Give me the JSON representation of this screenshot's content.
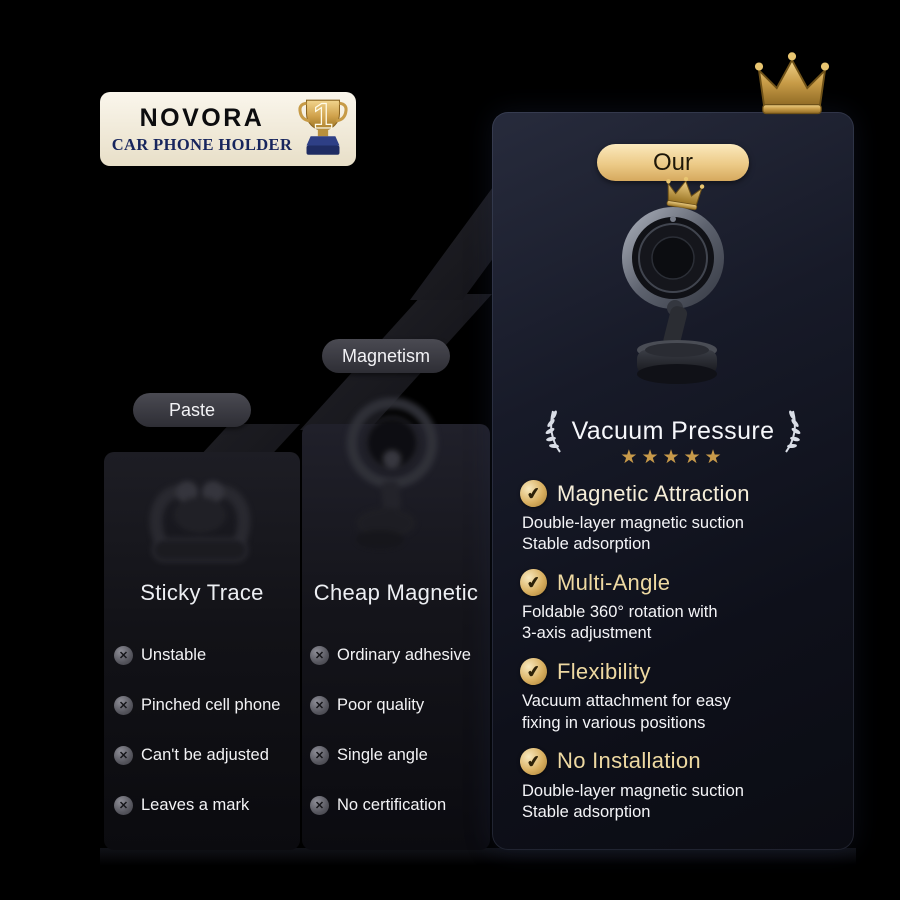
{
  "badge": {
    "brand": "NOVORA",
    "subtitle": "CAR PHONE HOLDER",
    "trophy_number": "1"
  },
  "paste_column": {
    "tag": "Paste",
    "title": "Sticky Trace",
    "cons": [
      "Unstable",
      "Pinched cell phone",
      "Can't be adjusted",
      "Leaves a mark"
    ]
  },
  "magnet_column": {
    "tag": "Magnetism",
    "title": "Cheap Magnetic",
    "cons": [
      "Ordinary adhesive",
      "Poor quality",
      "Single angle",
      "No certification"
    ]
  },
  "our_column": {
    "tag": "Our",
    "award_title": "Vacuum Pressure",
    "stars": "★★★★★",
    "features": [
      {
        "title": "Magnetic Attraction",
        "desc": "Double-layer magnetic suction\nStable adsorption"
      },
      {
        "title": "Multi-Angle",
        "desc": "Foldable 360° rotation with\n3-axis adjustment"
      },
      {
        "title": "Flexibility",
        "desc": "Vacuum attachment for easy\nfixing in various positions"
      },
      {
        "title": "No Installation",
        "desc": "Double-layer magnetic suction\nStable adsorption"
      }
    ]
  },
  "icons": {
    "check": "✔",
    "cross": "✕"
  },
  "colors": {
    "background": "#000000",
    "gold_accent": "#d3ab5e",
    "pill_gold": "#ecca87",
    "star_gold": "#c89a4a",
    "panel_navy": "#171a28"
  }
}
